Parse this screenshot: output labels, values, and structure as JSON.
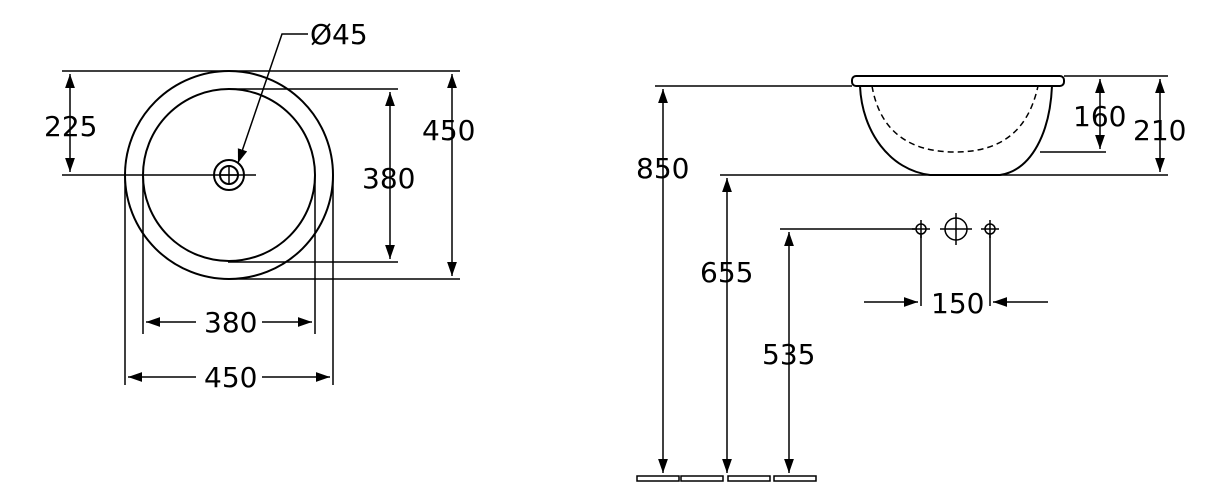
{
  "colors": {
    "line": "#000000",
    "background": "#ffffff"
  },
  "top_view": {
    "drain_diameter_label": "Ø45",
    "drain_offset_label": "225",
    "outer_height_label": "450",
    "inner_height_label": "380",
    "inner_width_label": "380",
    "outer_width_label": "450"
  },
  "side_view": {
    "counter_height_label": "850",
    "basin_depth_label": "160",
    "total_depth_label": "210",
    "bowl_bottom_height_label": "655",
    "tap_height_label": "535",
    "tap_spacing_label": "150"
  }
}
